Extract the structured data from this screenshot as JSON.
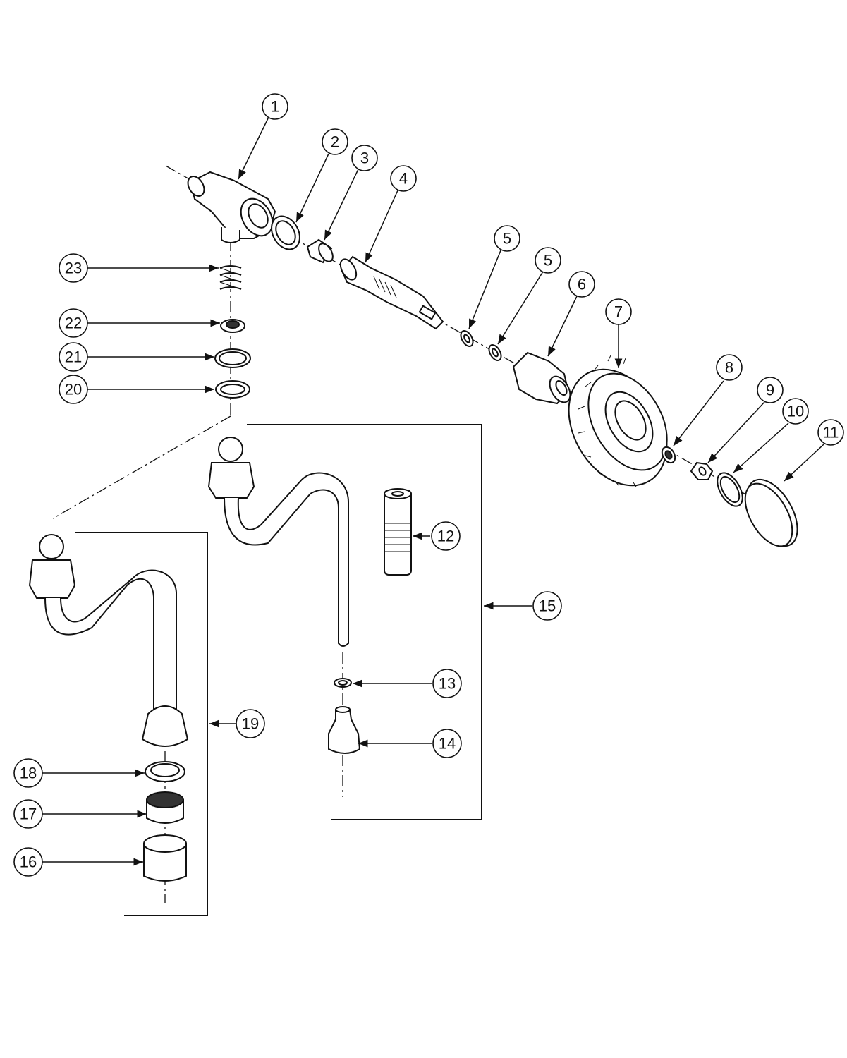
{
  "callouts": {
    "c1": "1",
    "c2": "2",
    "c3": "3",
    "c4": "4",
    "c5a": "5",
    "c5b": "5",
    "c6": "6",
    "c7": "7",
    "c8": "8",
    "c9": "9",
    "c10": "10",
    "c11": "11",
    "c12": "12",
    "c13": "13",
    "c14": "14",
    "c15": "15",
    "c16": "16",
    "c17": "17",
    "c18": "18",
    "c19": "19",
    "c20": "20",
    "c21": "21",
    "c22": "22",
    "c23": "23"
  }
}
